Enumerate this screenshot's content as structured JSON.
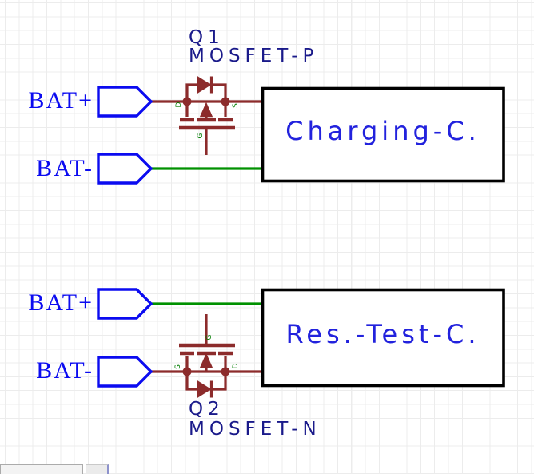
{
  "colors": {
    "background": "#ffffff",
    "grid_line": "#ececec",
    "component_maroon": "#8c2b2b",
    "wire_green": "#009100",
    "net_flag_blue": "#0b0bf0",
    "box_border": "#000000",
    "box_text_blue": "#2222dd",
    "designator_navy": "#1a1a8a",
    "pin_label_green": "#007d00",
    "footer_widget_fill": "#f3f3f3"
  },
  "top_circuit": {
    "designator": "Q1",
    "part": "MOSFET-P",
    "block_label": "Charging-C.",
    "flag_pos": "BAT+",
    "flag_neg": "BAT-",
    "pin_left": "D",
    "pin_right": "S",
    "pin_gate": "G"
  },
  "bottom_circuit": {
    "designator": "Q2",
    "part": "MOSFET-N",
    "block_label": "Res.-Test-C.",
    "flag_pos": "BAT+",
    "flag_neg": "BAT-",
    "pin_left": "S",
    "pin_right": "D",
    "pin_gate": "G"
  }
}
